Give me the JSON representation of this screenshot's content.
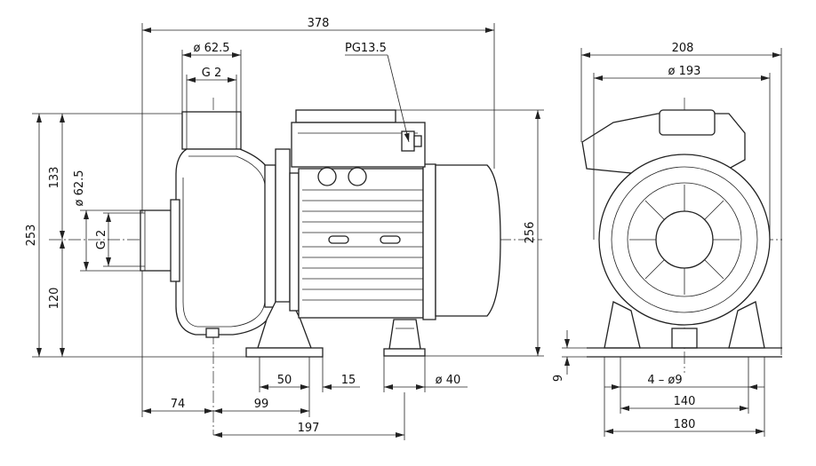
{
  "dimensions": {
    "overall_length": "378",
    "outlet_diameter": "ø 62.5",
    "outlet_thread": "G 2",
    "cable_gland": "PG13.5",
    "height_upper": "133",
    "inlet_diameter": "ø 62.5",
    "overall_height": "253",
    "inlet_thread": "G 2",
    "height_lower": "120",
    "motor_height": "256",
    "foot_spacing": "50",
    "foot_width": "15",
    "support_diameter": "ø 40",
    "inlet_offset": "74",
    "inlet_to_foot": "99",
    "inlet_to_motor_foot": "197",
    "side_width": "208",
    "side_diameter": "ø 193",
    "base_thickness": "9",
    "mounting_holes": "4 – ø9",
    "hole_spacing": "140",
    "base_width": "180"
  }
}
